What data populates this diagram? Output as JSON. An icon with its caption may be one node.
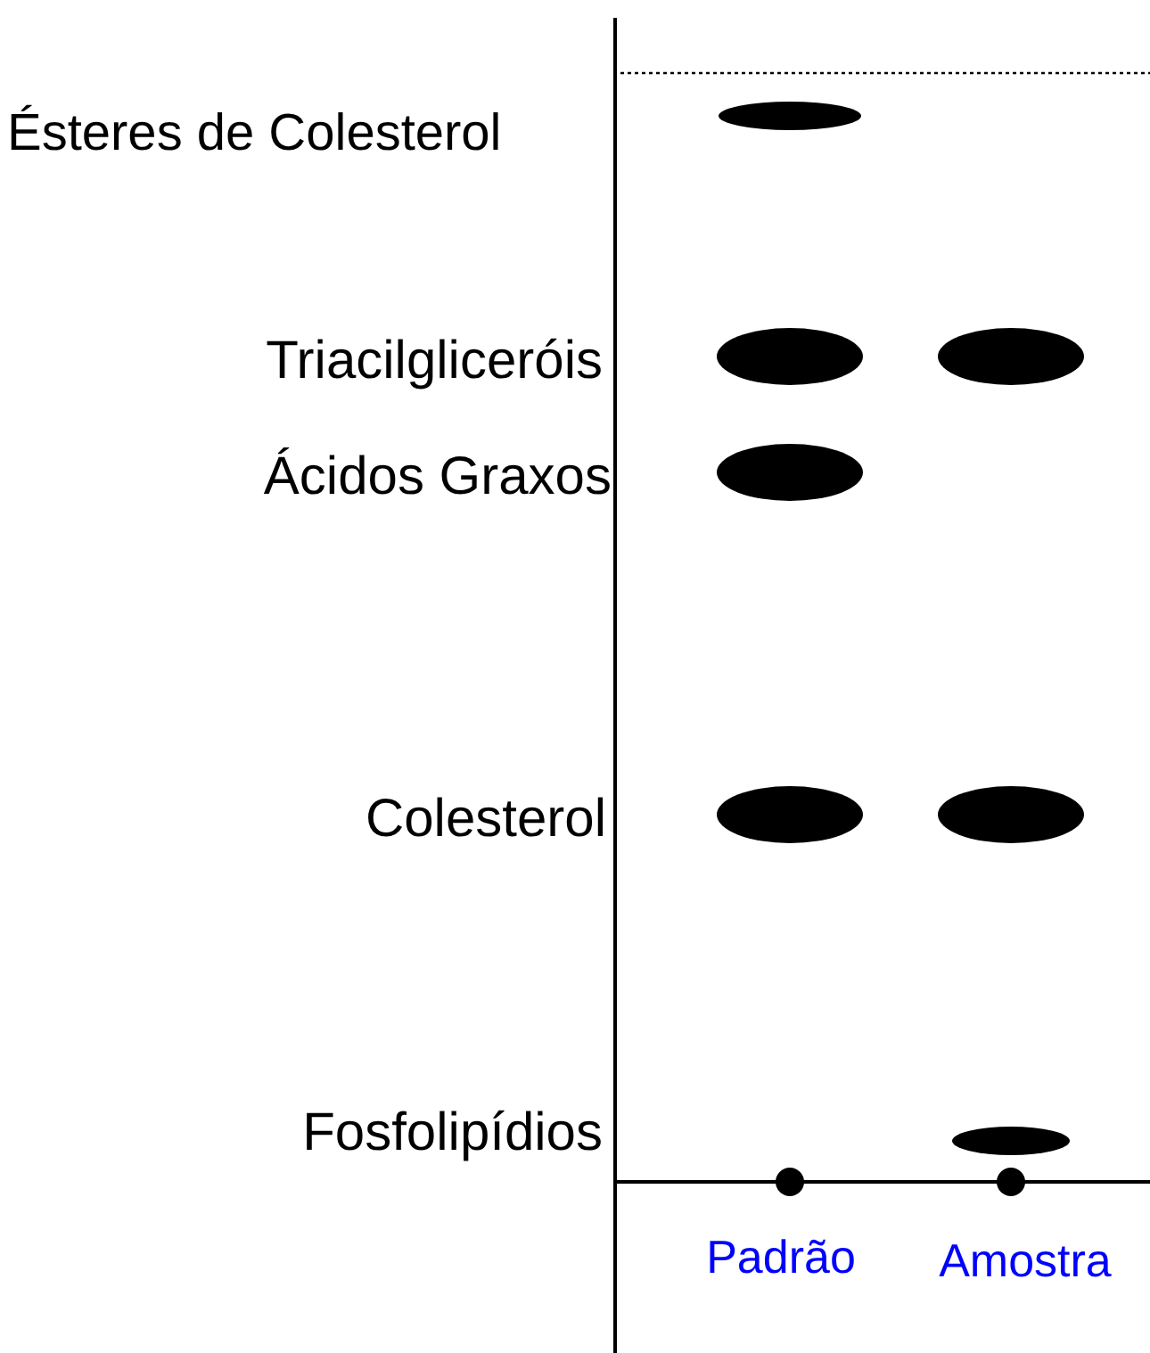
{
  "diagram": {
    "labels": [
      "Ésteres de Colesterol",
      "Triacilgliceróis",
      "Ácidos Graxos",
      "Colesterol",
      "Fosfolipídios",
      "Padrão",
      "Amostra"
    ]
  }
}
